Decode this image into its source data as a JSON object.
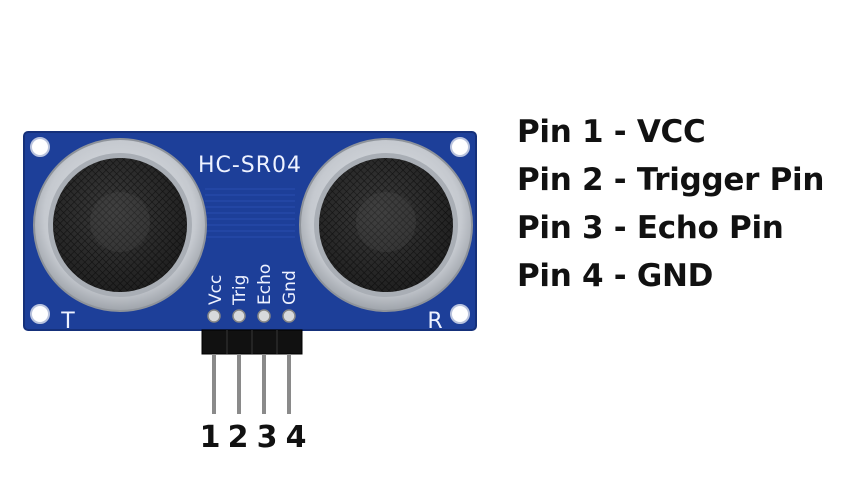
{
  "board": {
    "model": "HC-SR04",
    "transmitter_mark": "T",
    "receiver_mark": "R",
    "pin_labels": [
      "Vcc",
      "Trig",
      "Echo",
      "Gnd"
    ],
    "pin_numbers": [
      "1",
      "2",
      "3",
      "4"
    ],
    "colors": {
      "pcb": "#1d3f99",
      "pcb_dark": "#15307a",
      "silkscreen": "#eef2ff",
      "transducer_ring": "#c8ccd2",
      "mesh": "#2b2b2b",
      "header_plastic": "#111111",
      "pin_metal": "#8a8a8a"
    }
  },
  "pin_list": [
    "Pin 1 - VCC",
    "Pin 2 - Trigger Pin",
    "Pin 3 - Echo Pin",
    "Pin 4 - GND"
  ]
}
